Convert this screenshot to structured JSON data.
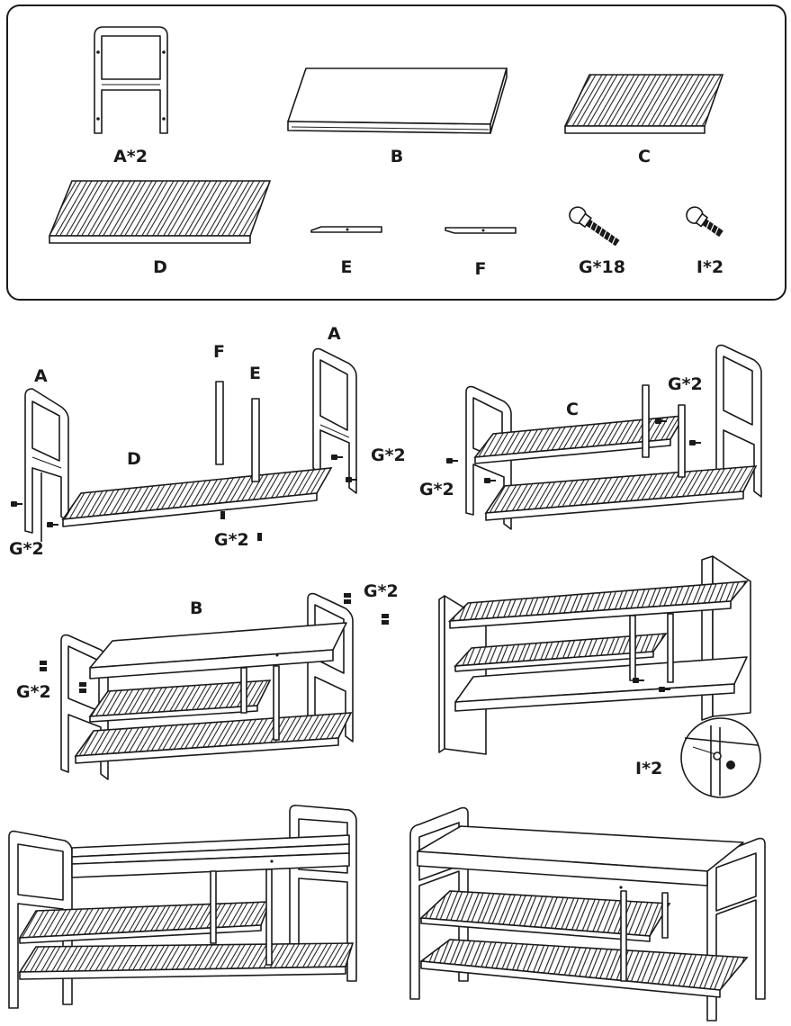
{
  "parts": [
    {
      "key": "A",
      "label": "A*2"
    },
    {
      "key": "B",
      "label": "B"
    },
    {
      "key": "C",
      "label": "C"
    },
    {
      "key": "D",
      "label": "D"
    },
    {
      "key": "E",
      "label": "E"
    },
    {
      "key": "F",
      "label": "F"
    },
    {
      "key": "G",
      "label": "G*18"
    },
    {
      "key": "I",
      "label": "I*2"
    }
  ],
  "step1": {
    "a_left": "A",
    "a_right": "A",
    "f": "F",
    "e": "E",
    "d": "D",
    "g1": "G*2",
    "g2": "G*2",
    "g3": "G*2"
  },
  "step2": {
    "g1": "G*2",
    "g2": "G*2",
    "c": "C"
  },
  "step3": {
    "b": "B",
    "g1": "G*2",
    "g2": "G*2"
  },
  "step4": {
    "i": "I*2"
  }
}
